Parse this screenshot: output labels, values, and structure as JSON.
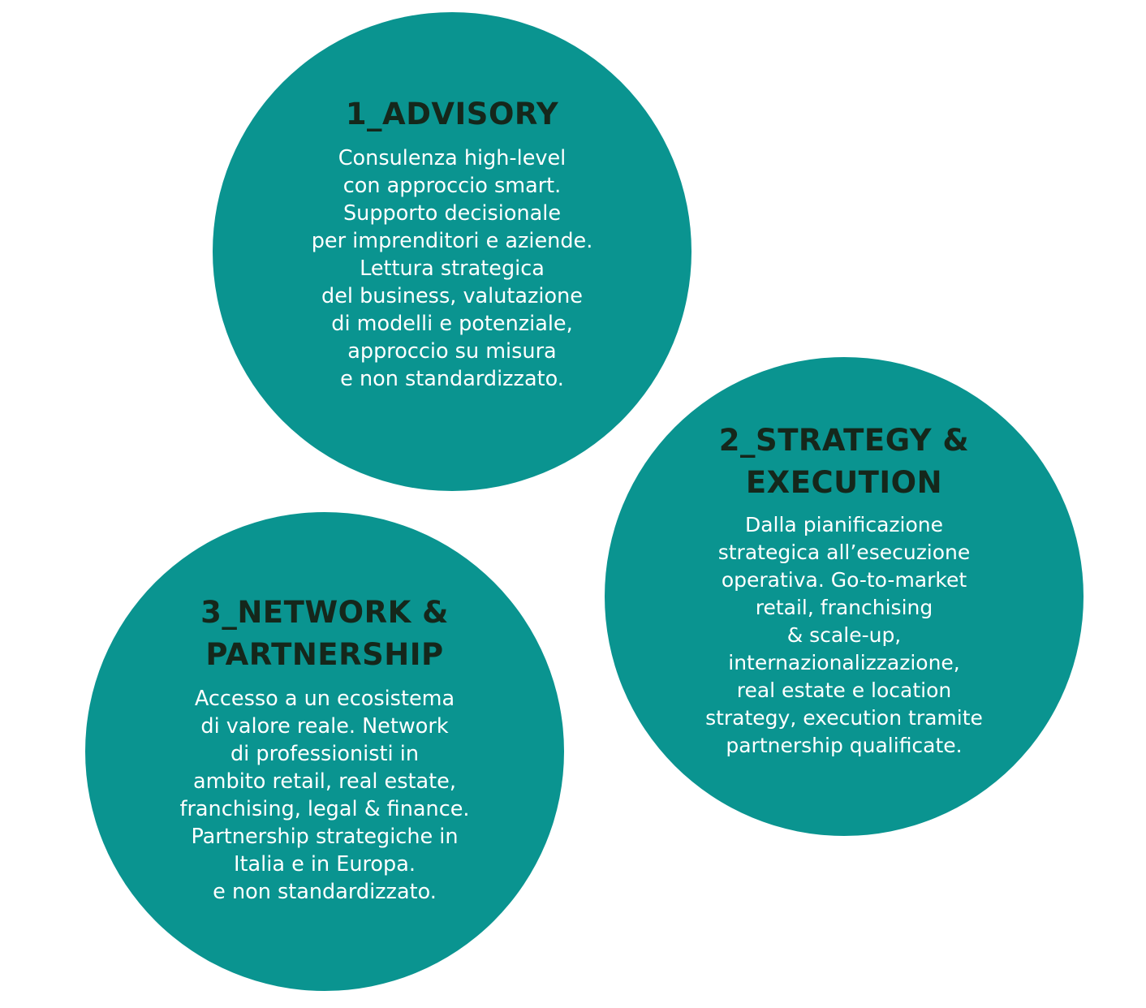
{
  "colors": {
    "circle_fill": "#0a9490",
    "title_text": "#15271b",
    "body_text": "#ffffff",
    "background": "#ffffff"
  },
  "circles": [
    {
      "title_lines": [
        "1_ADVISORY"
      ],
      "body_lines": [
        "Consulenza high-level",
        "con approccio smart.",
        "Supporto decisionale",
        "per imprenditori e aziende.",
        "Lettura strategica",
        "del business, valutazione",
        "di modelli e potenziale,",
        "approccio su misura",
        "e non standardizzato."
      ]
    },
    {
      "title_lines": [
        "2_STRATEGY &",
        "EXECUTION"
      ],
      "body_lines": [
        "Dalla pianificazione",
        "strategica all’esecuzione",
        "operativa. Go-to-market",
        "retail, franchising",
        "& scale-up,",
        "internazionalizzazione,",
        "real estate e location",
        "strategy, execution tramite",
        "partnership qualificate."
      ]
    },
    {
      "title_lines": [
        "3_NETWORK &",
        "PARTNERSHIP"
      ],
      "body_lines": [
        "Accesso a un ecosistema",
        "di valore reale. Network",
        "di professionisti in",
        "ambito retail, real estate,",
        "franchising, legal & finance.",
        "Partnership strategiche in",
        "Italia e in Europa.",
        "e non standardizzato."
      ]
    }
  ]
}
